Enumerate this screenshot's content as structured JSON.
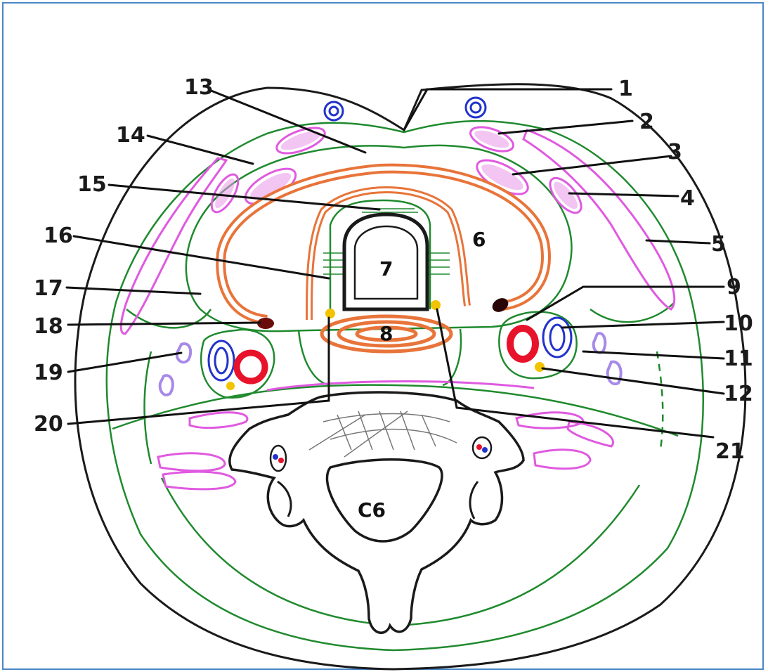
{
  "labels": [
    {
      "id": "1",
      "text": "1"
    },
    {
      "id": "2",
      "text": "2"
    },
    {
      "id": "3",
      "text": "3"
    },
    {
      "id": "4",
      "text": "4"
    },
    {
      "id": "5",
      "text": "5"
    },
    {
      "id": "9",
      "text": "9"
    },
    {
      "id": "10",
      "text": "10"
    },
    {
      "id": "11",
      "text": "11"
    },
    {
      "id": "12",
      "text": "12"
    },
    {
      "id": "13",
      "text": "13"
    },
    {
      "id": "14",
      "text": "14"
    },
    {
      "id": "15",
      "text": "15"
    },
    {
      "id": "16",
      "text": "16"
    },
    {
      "id": "17",
      "text": "17"
    },
    {
      "id": "18",
      "text": "18"
    },
    {
      "id": "19",
      "text": "19"
    },
    {
      "id": "20",
      "text": "20"
    },
    {
      "id": "21",
      "text": "21"
    }
  ],
  "inner_labels": {
    "n6": "6",
    "n7": "7",
    "n8": "8",
    "vertebra": "C6"
  },
  "colors": {
    "fascia": "#1f8a2e",
    "muscle": "#e05ae0",
    "thyroid": "#e8743a",
    "artery": "#e8122a",
    "vein": "#2233cc",
    "nerve": "#f2c400",
    "lymph": "#a78ae8",
    "bone": "#1a1a1a",
    "frame": "#4a86c5"
  }
}
